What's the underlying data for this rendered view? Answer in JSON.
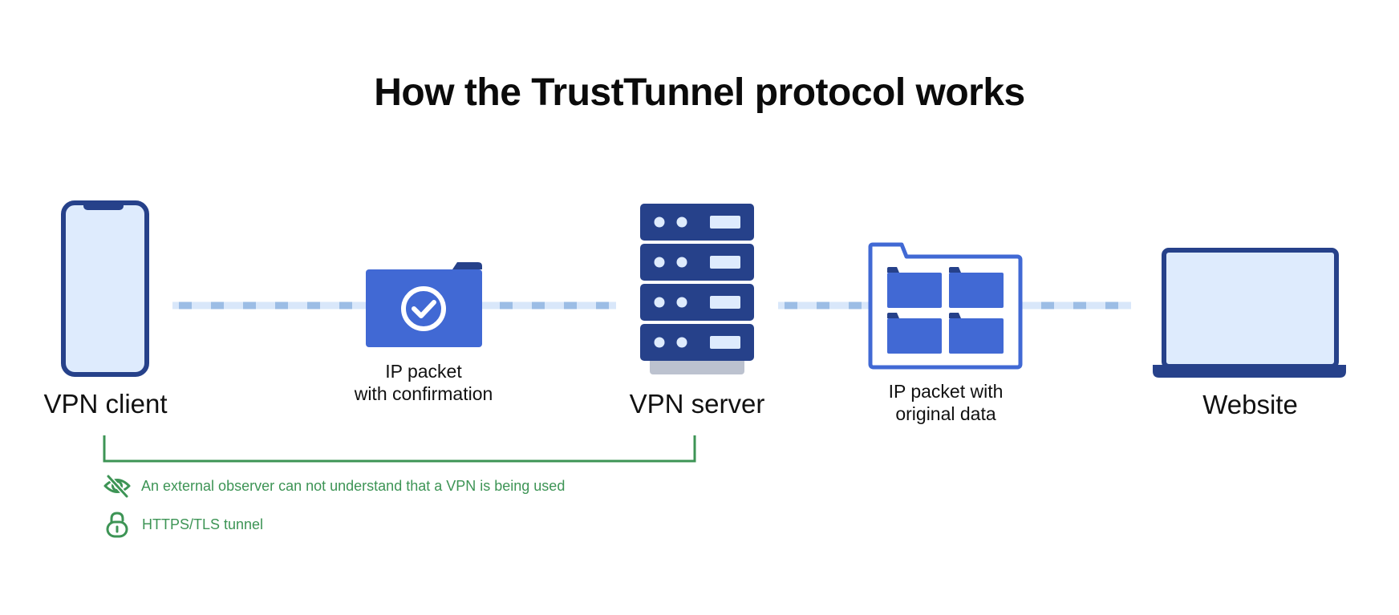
{
  "title": "How the TrustTunnel protocol works",
  "nodes": {
    "client": {
      "label": "VPN client",
      "icon": "smartphone-icon"
    },
    "server": {
      "label": "VPN server",
      "icon": "server-rack-icon"
    },
    "website": {
      "label": "Website",
      "icon": "laptop-icon"
    }
  },
  "packets": {
    "confirmation": {
      "line1": "IP packet",
      "line2": "with confirmation",
      "icon": "folder-check-icon"
    },
    "original": {
      "line1": "IP packet with",
      "line2": "original data",
      "icon": "folder-grid-icon"
    }
  },
  "legend": {
    "observer": {
      "text": "An external observer can not understand that a VPN is being used",
      "icon": "eye-slash-icon"
    },
    "tunnel": {
      "text": "HTTPS/TLS tunnel",
      "icon": "lock-open-icon"
    }
  },
  "colors": {
    "navy": "#26418a",
    "blue": "#4169d4",
    "light_fill": "#deebfd",
    "dash_light": "#d9e7fa",
    "dash_mid": "#9cbde5",
    "green": "#3d9455",
    "gray_base": "#bcc2cf"
  }
}
